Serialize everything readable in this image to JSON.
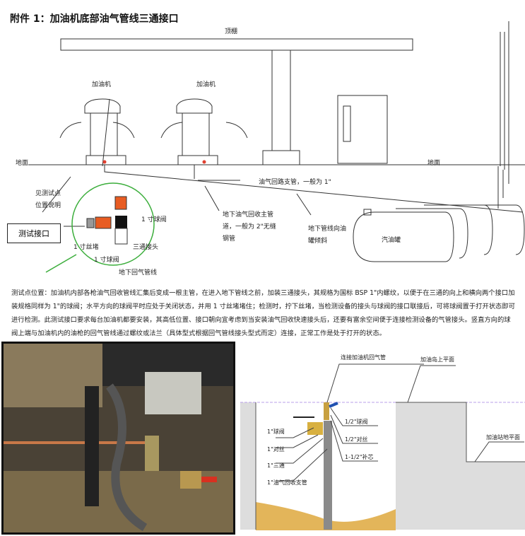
{
  "title": "附件 1：加油机底部油气管线三通接口",
  "diagram": {
    "canopy": "顶棚",
    "dispenser_1": "加油机",
    "dispenser_2": "加油机",
    "ground_left": "地面",
    "ground_right": "地面",
    "branch_pipe": "油气回路支管，一般为 1\"",
    "see_test_point": [
      "见测试点",
      "位置说明"
    ],
    "test_port": "测试接口",
    "ball_valve_1in_top": "1 寸球阀",
    "plug_1in": "1 寸丝堵",
    "ball_valve_1in": "1 寸球阀",
    "tee": "三通接头",
    "underground_return": "地下回气管线",
    "main_pipe": [
      "地下油气回收主管",
      "道，一般为 2\"无缝",
      "钢管"
    ],
    "slope": [
      "地下管线向油",
      "罐倾斜"
    ],
    "tank": "汽油罐"
  },
  "paragraph": "测试点位置：加油机内部各枪油气回收管线汇集后变成一根主管，在进入地下管线之前，加装三通接头，其规格为国标 BSP 1\"内螺纹，以便于在三通的向上和横向两个接口加装规格同样为 1\"的球阀；水平方向的球阀平时应处于关闭状态，并用 1 寸丝堵堵住；检测时，拧下丝堵，当检测设备的接头与球阀的接口联接后，可将球阀置于打开状态即可进行检测。此测试接口要求每台加油机都要安装，其高低位置、接口朝向宜考虑到当安装油气回收快速接头后，还要有富余空间便于连接检测设备的气管接头。竖直方向的球阀上端与加油机内的油枪的回气管线通过螺纹或法兰（具体型式根据回气管线接头型式而定）连接，正常工作是处于打开的状态。",
  "section": {
    "connect": "连接加油机回气管",
    "island": "加油岛上平面",
    "station_ground": "加油站地平面",
    "v1": "1\"球阀",
    "n1": "1\"对丝",
    "t1": "1\"三通",
    "pipe": "1\"油气回收支管",
    "v12": "1/2\"球阀",
    "n12": "1/2\"对丝",
    "bush": "1-1/2\"补芯"
  }
}
